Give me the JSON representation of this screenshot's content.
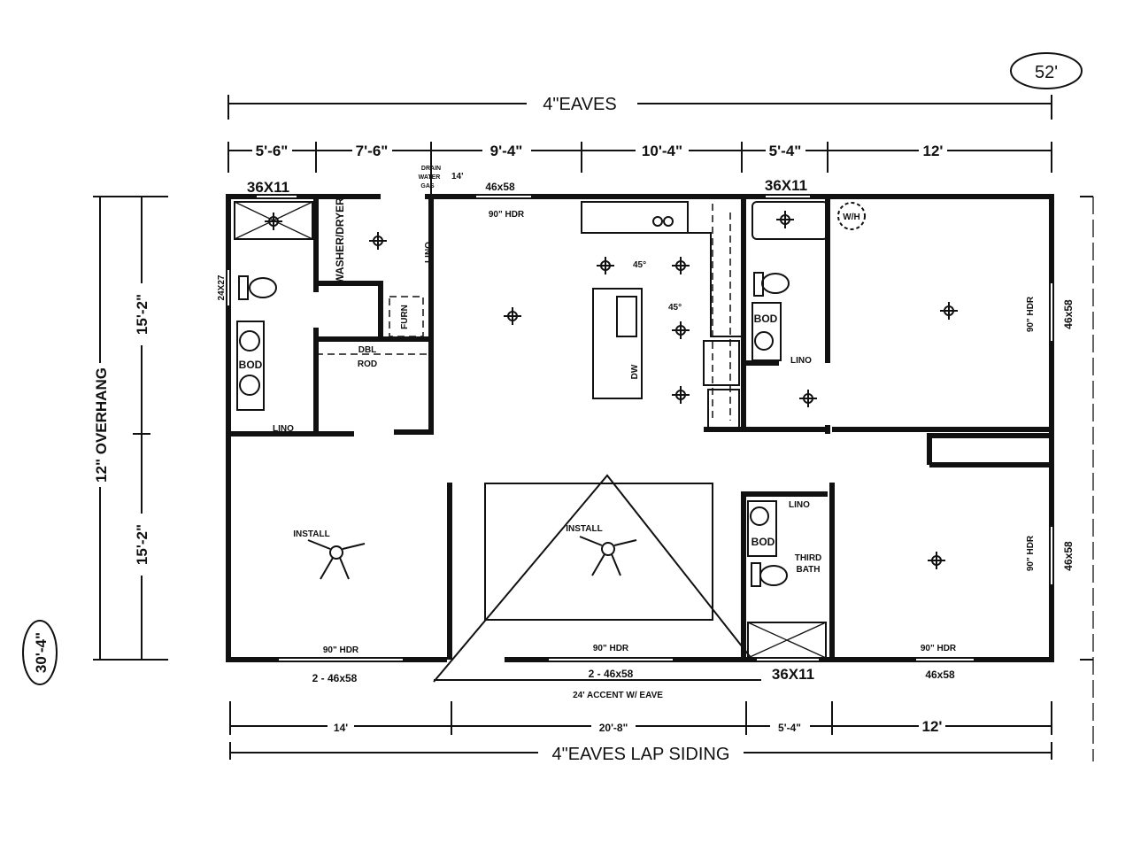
{
  "overall": {
    "width_badge": "52'",
    "depth_badge": "30'-4\""
  },
  "top_dims": {
    "eaves": "4\"EAVES",
    "segments": [
      "5'-6\"",
      "7'-6\"",
      "9'-4\"",
      "10'-4\"",
      "5'-4\"",
      "12'"
    ]
  },
  "left_dims": {
    "overhang": "12\" OVERHANG",
    "segments": [
      "15'-2\"",
      "15'-2\""
    ]
  },
  "bottom_dims": {
    "segments": [
      "14'",
      "20'-8\"",
      "5'-4\"",
      "12'"
    ],
    "eaves": "4\"EAVES LAP SIDING",
    "accent": "24' ACCENT W/ EAVE"
  },
  "windows": {
    "master_bath_top": "36X11",
    "bath2_top": "36X11",
    "third_bath_bottom": "36X11",
    "master_bath_side": "24X27",
    "living_top": "46x58",
    "bed_right_upper": "46x58",
    "bed_right_lower": "46x58",
    "bed_left_bottom": "2 - 46x58",
    "living_bottom": "2 - 46x58",
    "bed_right_bottom": "46x58"
  },
  "headers": {
    "living_top": "90\" HDR",
    "bed_right_upper": "90\" HDR",
    "bed_right_lower": "90\" HDR",
    "bed_left": "90\" HDR",
    "living_bottom": "90\" HDR",
    "bed_right_bottom": "90\" HDR"
  },
  "labels": {
    "washer_dryer": "WASHER/DRYER",
    "lino_laundry": "LINO",
    "furnace": "FURN",
    "dbl_rod_1": "DBL",
    "dbl_rod_2": "ROD",
    "bod_master": "BOD",
    "lino_master": "LINO",
    "bod_bath2": "BOD",
    "lino_bath2": "LINO",
    "bod_third": "BOD",
    "lino_third": "LINO",
    "third_bath_1": "THIRD",
    "third_bath_2": "BATH",
    "angle_1": "45°",
    "angle_2": "45°",
    "dw": "DW",
    "wh": "W/H",
    "install_left": "INSTALL",
    "install_center": "INSTALL",
    "utility_1": "DRAIN",
    "utility_2": "WATER",
    "utility_3": "GAS",
    "utility_height": "14'"
  }
}
